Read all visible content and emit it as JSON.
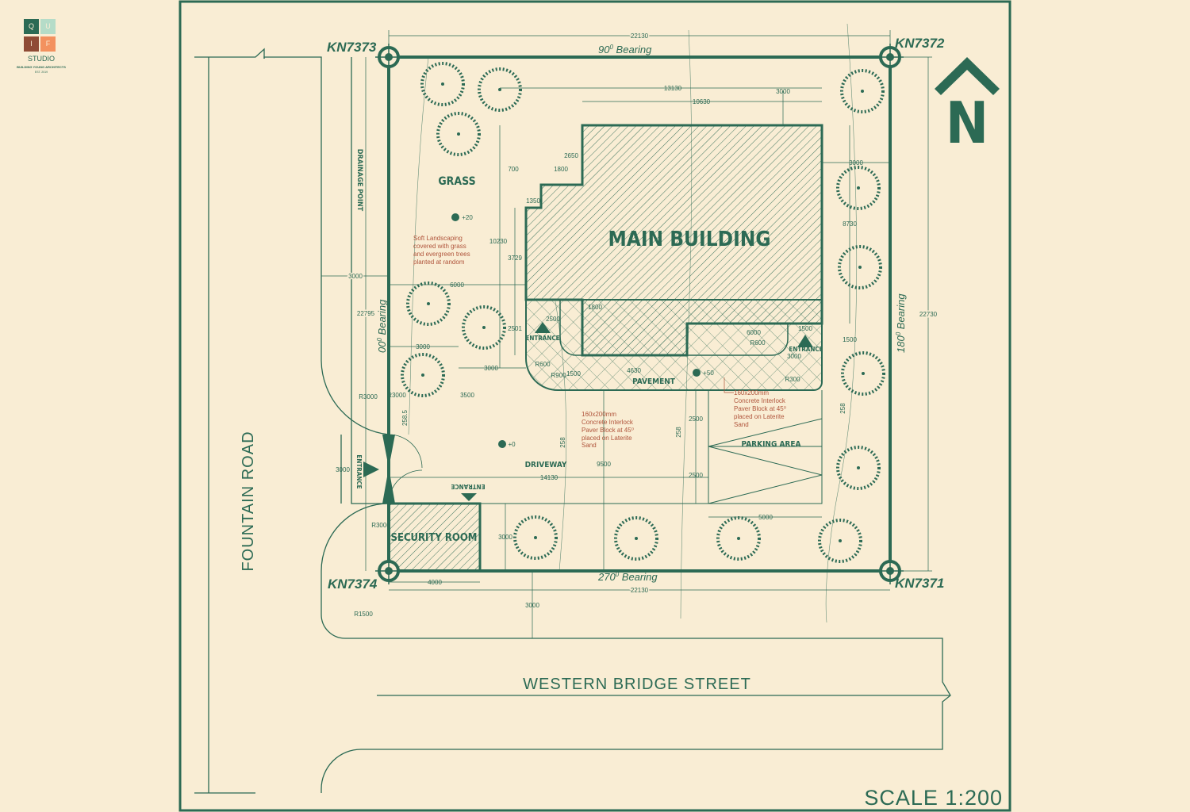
{
  "logo": {
    "letters": [
      "Q",
      "U",
      "I",
      "F"
    ],
    "colors": [
      "#2c6a54",
      "#b5dcc8",
      "#8f4b35",
      "#f3915f"
    ],
    "name": "STUDIO",
    "tagline": "BUILDING YOUNG ARCHITECTS",
    "est": "EST. 2019"
  },
  "colors": {
    "background": "#f9edd4",
    "line": "#2c6a54",
    "note": "#b0553c"
  },
  "beacons": {
    "nw": "KN7373",
    "ne": "KN7372",
    "sw": "KN7374",
    "se": "KN7371"
  },
  "bearings": {
    "north": "90",
    "east": "180",
    "south": "270",
    "west": "00",
    "suffix": "0",
    "word": "Bearing"
  },
  "zones": {
    "grass": "GRASS",
    "main_building": "MAIN BUILDING",
    "pavement": "PAVEMENT",
    "driveway": "DRIVEWAY",
    "parking": "PARKING AREA",
    "security": "SECURITY ROOM",
    "entrance": "ENTRANCE",
    "drainage": "DRAINAGE POINT"
  },
  "levels": [
    "+20",
    "+0",
    "+50"
  ],
  "notes": {
    "landscaping": [
      "Soft Landscaping",
      "covered with grass",
      "and evergreen trees",
      "planted at random"
    ],
    "paver": [
      "160x200mm",
      "Concrete Interlock",
      "Paver Block at 45⁰",
      "placed on Laterite",
      "Sand"
    ]
  },
  "roads": {
    "west": "FOUNTAIN ROAD",
    "south": "WESTERN BRIDGE STREET"
  },
  "north_label": "N",
  "scale": "SCALE 1:200",
  "dims": [
    "22130",
    "13130",
    "10630",
    "3000",
    "2650",
    "700",
    "1800",
    "1350",
    "10230",
    "3729",
    "3000",
    "8730",
    "6000",
    "3000",
    "22795",
    "1800",
    "2500",
    "2501",
    "6000",
    "1500",
    "R600",
    "1500",
    "3000",
    "3000",
    "R600",
    "R900",
    "1500",
    "4630",
    "3000",
    "R300",
    "R3000",
    "R3000",
    "3500",
    "258.5",
    "258",
    "258",
    "258",
    "2500",
    "9500",
    "14130",
    "2500",
    "3000",
    "R3000",
    "3000",
    "5000",
    "4000",
    "22130",
    "3000",
    "R1500",
    "22730"
  ]
}
